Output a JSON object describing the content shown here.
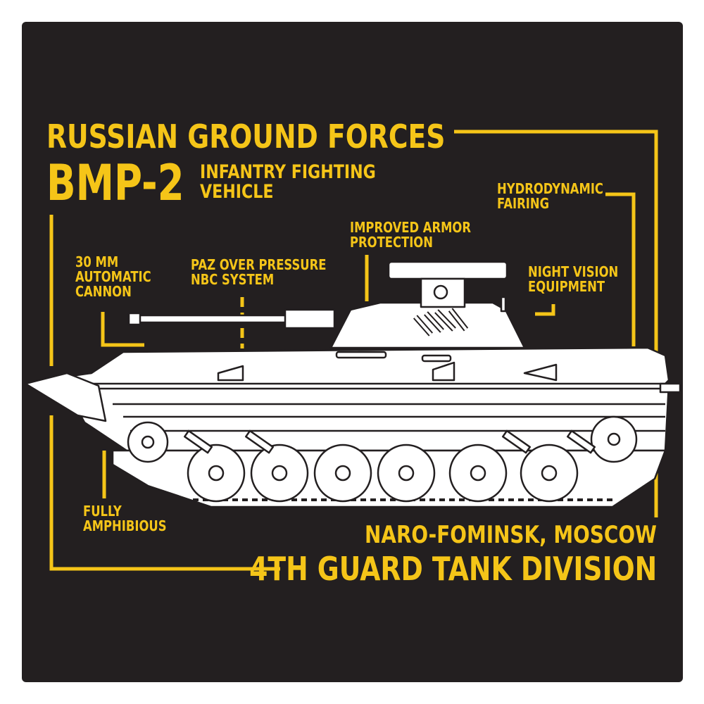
{
  "header": {
    "title": "RUSSIAN GROUND FORCES",
    "model": "BMP-2",
    "type_line1": "INFANTRY FIGHTING",
    "type_line2": "VEHICLE"
  },
  "callouts": {
    "cannon": [
      "30 MM",
      "AUTOMATIC",
      "CANNON"
    ],
    "nbc": [
      "PAZ OVER PRESSURE",
      "NBC SYSTEM"
    ],
    "armor": [
      "IMPROVED ARMOR",
      "PROTECTION"
    ],
    "fairing": [
      "HYDRODYNAMIC",
      "FAIRING"
    ],
    "night": [
      "NIGHT VISION",
      "EQUIPMENT"
    ],
    "amphib": [
      "FULLY",
      "AMPHIBIOUS"
    ]
  },
  "footer": {
    "location": "NARO-FOMINSK, MOSCOW",
    "unit": "4TH GUARD TANK DIVISION"
  },
  "colors": {
    "background": "#231f20",
    "accent": "#f5c518",
    "vehicle": "#ffffff"
  }
}
